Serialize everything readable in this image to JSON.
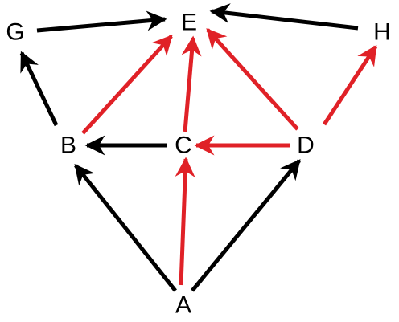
{
  "diagram": {
    "colors": {
      "black_edge": "#000000",
      "red_edge": "#e02127",
      "label": "#000000",
      "background": "#ffffff"
    },
    "nodes": [
      {
        "id": "E",
        "label": "E"
      },
      {
        "id": "G",
        "label": "G"
      },
      {
        "id": "H",
        "label": "H"
      },
      {
        "id": "B",
        "label": "B"
      },
      {
        "id": "C",
        "label": "C"
      },
      {
        "id": "D",
        "label": "D"
      },
      {
        "id": "A",
        "label": "A"
      }
    ],
    "edges": [
      {
        "from": "G",
        "to": "E",
        "color": "black"
      },
      {
        "from": "H",
        "to": "E",
        "color": "black"
      },
      {
        "from": "B",
        "to": "G",
        "color": "black"
      },
      {
        "from": "C",
        "to": "B",
        "color": "black"
      },
      {
        "from": "A",
        "to": "B",
        "color": "black"
      },
      {
        "from": "A",
        "to": "D",
        "color": "black"
      },
      {
        "from": "B",
        "to": "E",
        "color": "red"
      },
      {
        "from": "C",
        "to": "E",
        "color": "red"
      },
      {
        "from": "D",
        "to": "E",
        "color": "red"
      },
      {
        "from": "D",
        "to": "H",
        "color": "red"
      },
      {
        "from": "D",
        "to": "C",
        "color": "red"
      },
      {
        "from": "A",
        "to": "C",
        "color": "red"
      }
    ]
  }
}
